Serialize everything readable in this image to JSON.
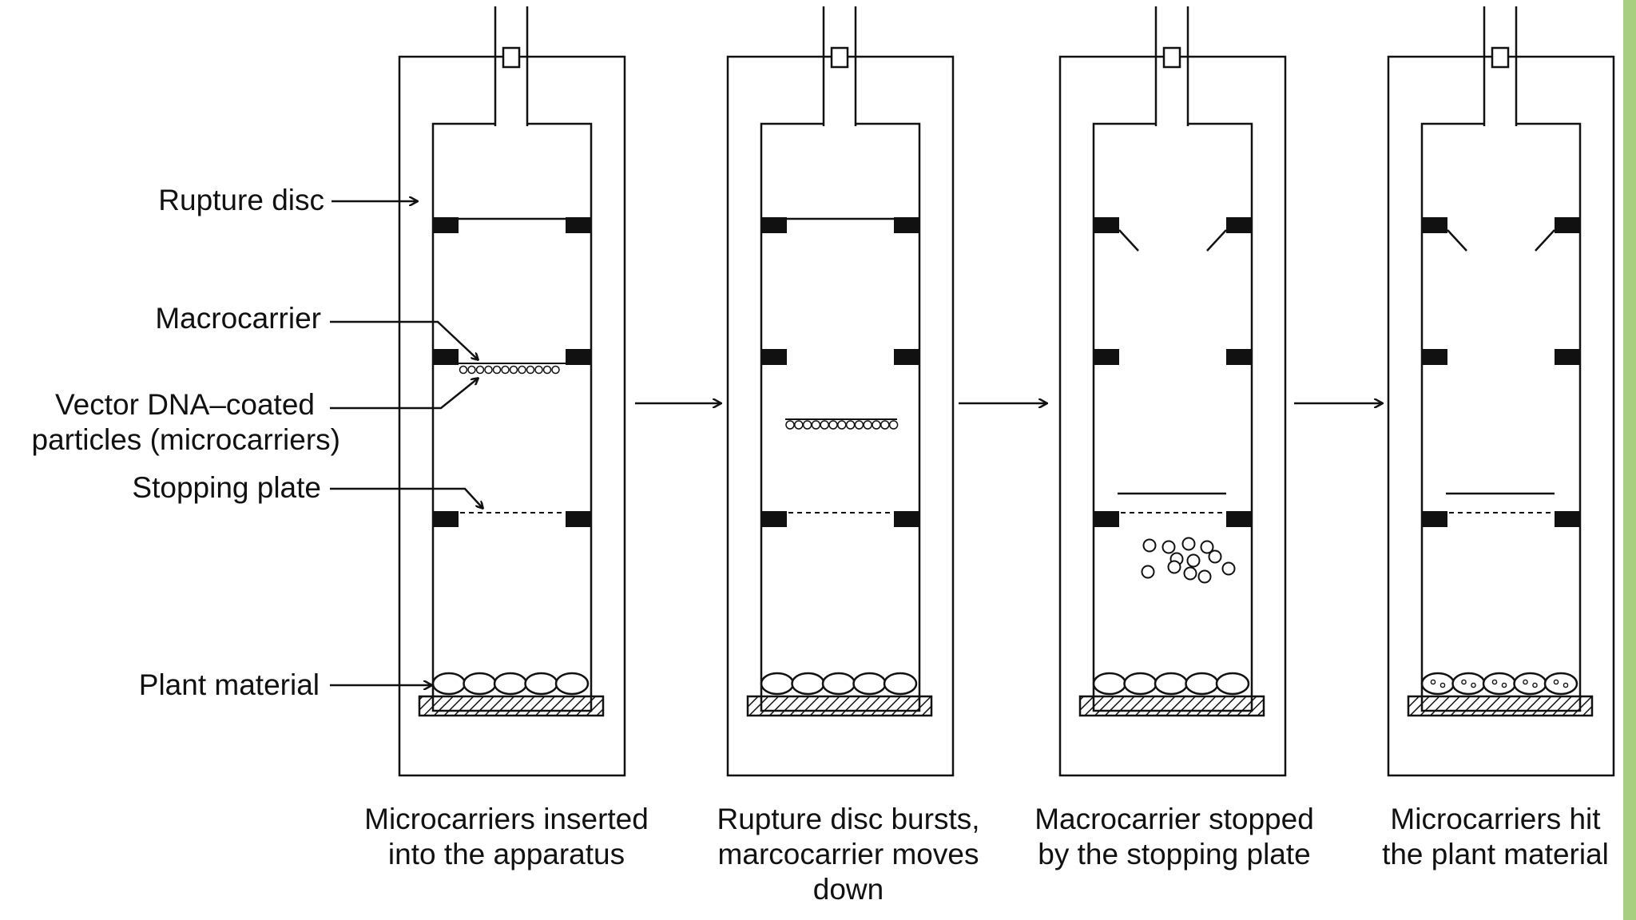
{
  "labels": {
    "rupture_disc": "Rupture disc",
    "macrocarrier": "Macrocarrier",
    "microcarriers_line1": "Vector DNA–coated",
    "microcarriers_line2": "particles (microcarriers)",
    "stopping_plate": "Stopping plate",
    "plant_material": "Plant material"
  },
  "captions": [
    [
      "Microcarriers inserted",
      "into the apparatus"
    ],
    [
      "Rupture disc bursts,",
      "marcocarrier moves",
      "down"
    ],
    [
      "Macrocarrier stopped",
      "by the stopping plate"
    ],
    [
      "Microcarriers hit",
      "the plant material"
    ]
  ],
  "colors": {
    "line": "#111111",
    "edge_strip": "#a7cf7f"
  }
}
